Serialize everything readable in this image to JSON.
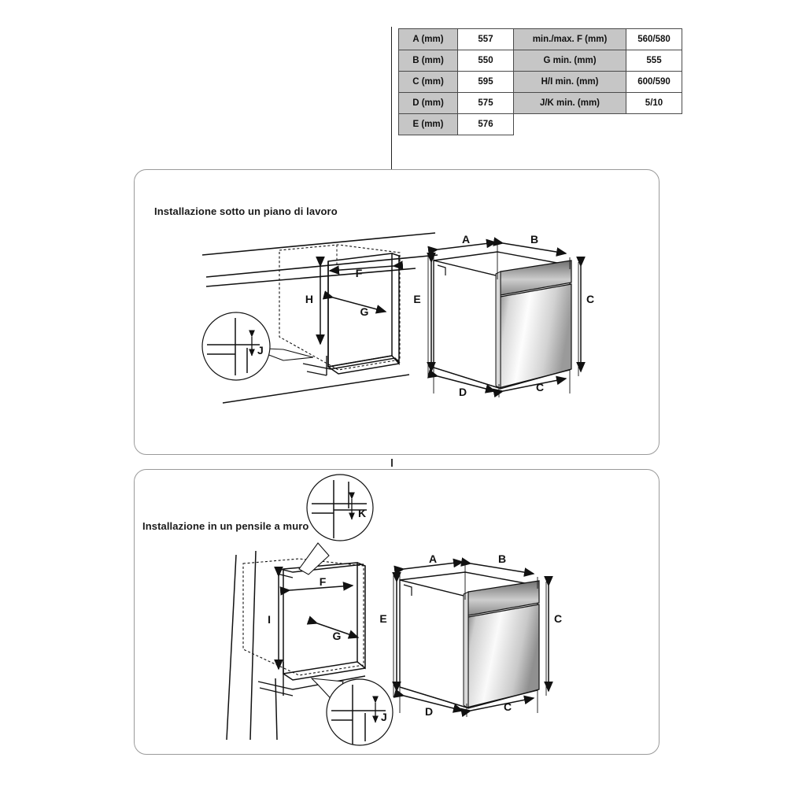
{
  "document": {
    "type": "appliance-installation-dimension-drawing",
    "language": "it"
  },
  "spec_table": {
    "rows": [
      {
        "label_left": "A (mm)",
        "value_left": "557",
        "label_right": "min./max. F (mm)",
        "value_right": "560/580"
      },
      {
        "label_left": "B (mm)",
        "value_left": "550",
        "label_right": "G min. (mm)",
        "value_right": "555"
      },
      {
        "label_left": "C (mm)",
        "value_left": "595",
        "label_right": "H/I min. (mm)",
        "value_right": "600/590"
      },
      {
        "label_left": "D (mm)",
        "value_left": "575",
        "label_right": "J/K min. (mm)",
        "value_right": "5/10"
      },
      {
        "label_left": "E (mm)",
        "value_left": "576",
        "label_right": "",
        "value_right": ""
      }
    ],
    "header_bg": "#c6c6c6",
    "border_color": "#4a4a4a"
  },
  "panels": [
    {
      "id": "under-worktop",
      "title": "Installazione sotto un piano di lavoro",
      "cavity_dimension_labels": [
        "F",
        "G",
        "H"
      ],
      "detail_labels": [
        "J"
      ],
      "oven_dimension_labels": [
        "A",
        "B",
        "C",
        "D",
        "E"
      ]
    },
    {
      "id": "wall-unit",
      "title": "Installazione in un pensile a muro",
      "cavity_dimension_labels": [
        "F",
        "G",
        "I"
      ],
      "detail_labels": [
        "K",
        "J"
      ],
      "oven_dimension_labels": [
        "A",
        "B",
        "C",
        "D",
        "E"
      ]
    }
  ],
  "dim_labels": {
    "A": "A",
    "B": "B",
    "C": "C",
    "D": "D",
    "E": "E",
    "F": "F",
    "G": "G",
    "H": "H",
    "I": "I",
    "J": "J",
    "K": "K"
  },
  "colors": {
    "line": "#111111",
    "panel_border": "#9a9a9a",
    "table_label_bg": "#c6c6c6",
    "oven_front_light": "#fbfbfb",
    "oven_front_dark": "#a8a8a8",
    "page_bg": "#ffffff"
  }
}
